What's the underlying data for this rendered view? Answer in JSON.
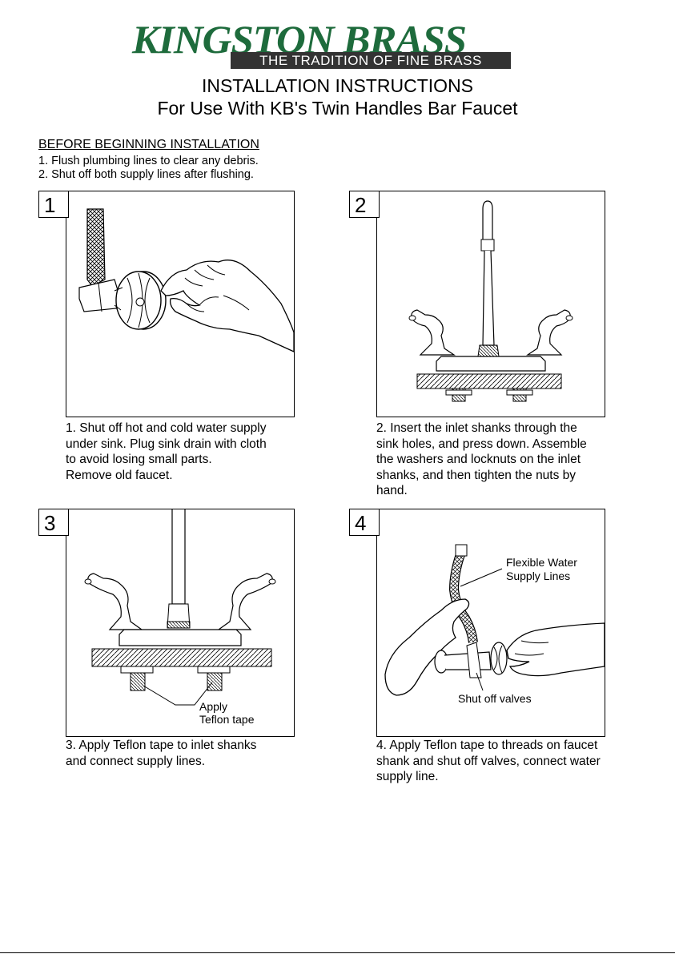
{
  "brand": {
    "name": "KINGSTON BRASS",
    "tagline": "THE TRADITION OF FINE BRASS",
    "brand_color": "#1e6b3c"
  },
  "titles": {
    "line1": "INSTALLATION INSTRUCTIONS",
    "line2": "For Use With KB's Twin Handles Bar Faucet"
  },
  "before": {
    "heading": "BEFORE BEGINNING INSTALLATION",
    "items": [
      "1. Flush plumbing lines to clear any debris.",
      "2. Shut off both supply lines after flushing."
    ]
  },
  "steps": [
    {
      "num": "1",
      "lines": [
        "1. Shut off hot and cold water supply",
        "under sink. Plug sink drain with cloth",
        "to avoid losing small parts.",
        "Remove old faucet."
      ]
    },
    {
      "num": "2",
      "lines": [
        "2. Insert the inlet shanks through the",
        "sink holes, and press down. Assemble",
        "the washers and locknuts on the inlet",
        "shanks, and then tighten the nuts by",
        "hand."
      ]
    },
    {
      "num": "3",
      "lines": [
        "3. Apply Teflon tape to inlet shanks",
        "and connect supply lines."
      ],
      "labels": [
        "Apply",
        "Teflon tape"
      ]
    },
    {
      "num": "4",
      "lines": [
        "4. Apply Teflon tape to threads on faucet",
        "shank and shut off valves, connect water",
        "supply line."
      ],
      "labels": [
        "Flexible Water",
        "Supply Lines",
        "Shut off valves"
      ]
    }
  ]
}
